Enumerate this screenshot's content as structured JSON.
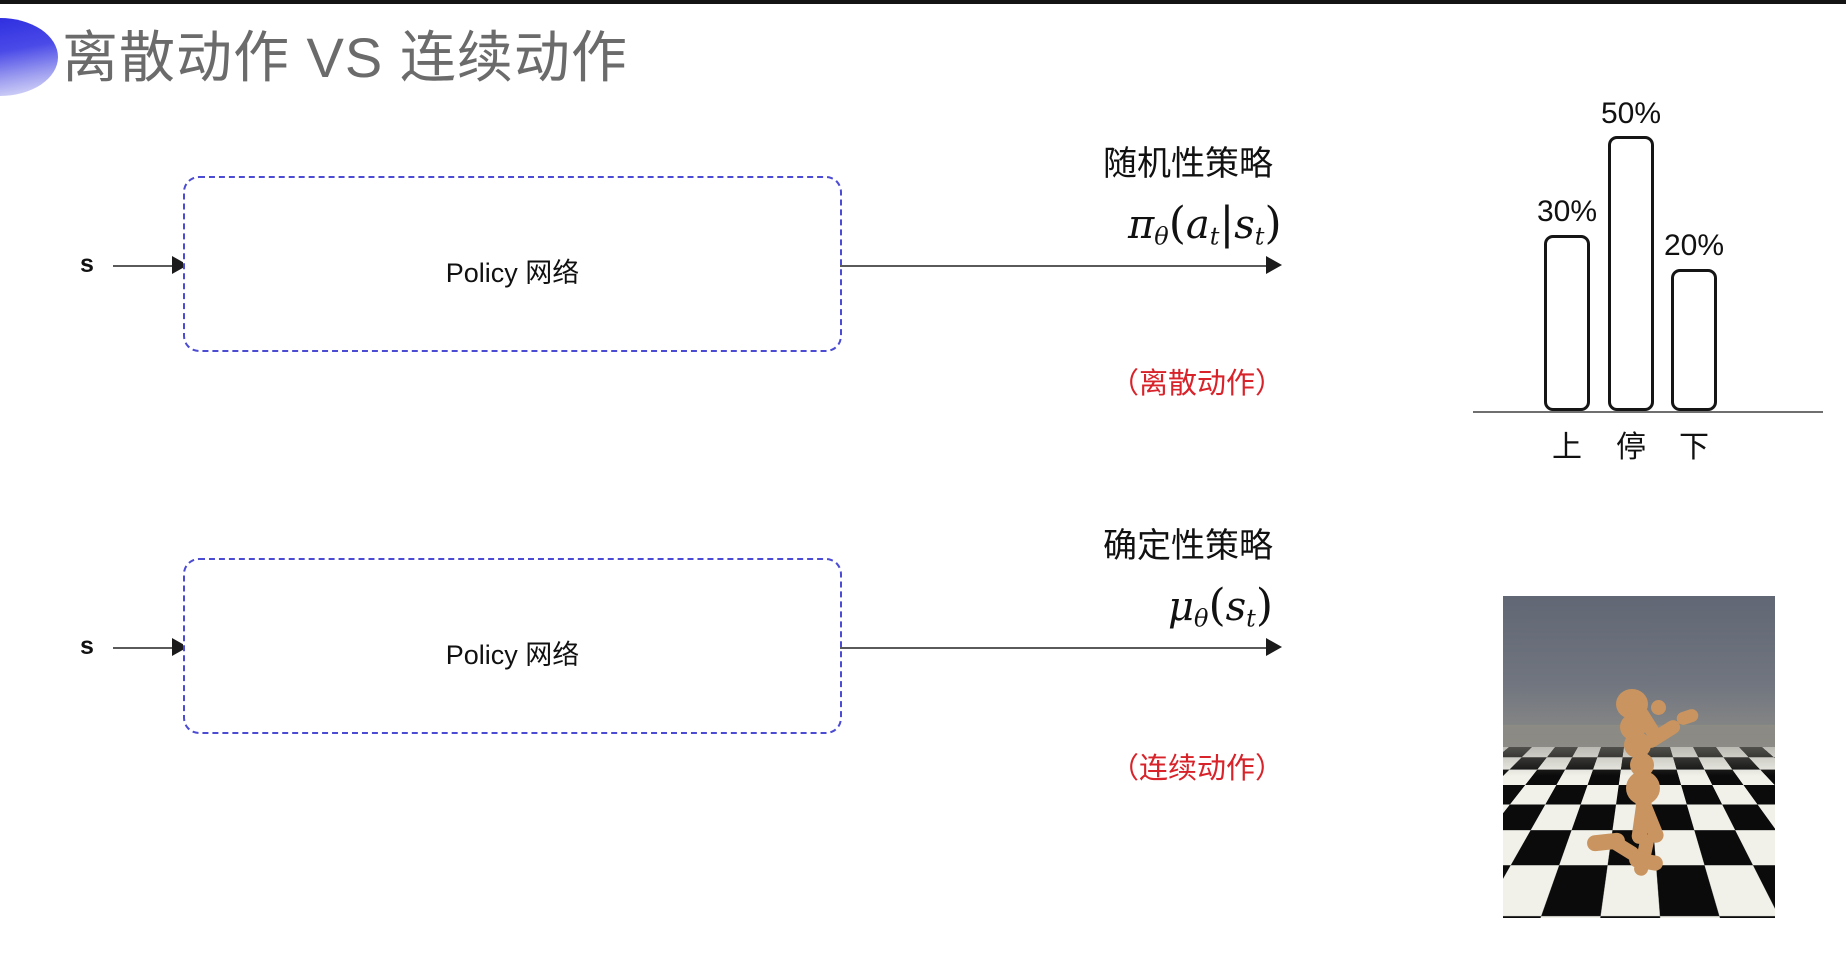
{
  "slide": {
    "title": "离散动作 VS 连续动作",
    "bullet_icon": "half-circle-gradient-bullet",
    "accent_color": "#3a3ae2",
    "title_color": "#6b6b6b",
    "background": "#ffffff"
  },
  "rows": [
    {
      "id": "discrete",
      "state_label": "s",
      "box_label": "Policy 网络",
      "annotation_title": "随机性策略",
      "annotation_formula": "π_θ(a_t|s_t)",
      "annotation_note": "（离散动作）",
      "note_color": "#d8232a",
      "output_kind": "bar-chart"
    },
    {
      "id": "continuous",
      "state_label": "s",
      "box_label": "Policy 网络",
      "annotation_title": "确定性策略",
      "annotation_formula": "μ_θ(s_t)",
      "annotation_note": "（连续动作）",
      "note_color": "#d8232a",
      "output_kind": "humanoid-sim-image"
    }
  ],
  "formula_parts": {
    "pi": "π",
    "mu": "μ",
    "theta": "θ",
    "open": "(",
    "close": ")",
    "bar": "|",
    "a": "a",
    "s": "s",
    "t1": "t",
    "t2": "t",
    "t3": "t"
  },
  "chart_data": {
    "type": "bar",
    "title": "",
    "categories": [
      "上",
      "停",
      "下"
    ],
    "values": [
      30,
      50,
      20
    ],
    "value_labels": [
      "30%",
      "50%",
      "20%"
    ],
    "ylabel": "",
    "xlabel": "",
    "ylim": [
      0,
      55
    ],
    "grid": false,
    "legend": "none",
    "bar_fill": "#ffffff",
    "bar_stroke": "#151515",
    "axis_color": "#6f6f6f"
  },
  "sim_image": {
    "name": "mujoco-humanoid-running",
    "sky_color": "#70757f",
    "floor_colors": [
      "#f1f1ea",
      "#0b0b0b"
    ],
    "body_color": "#c9945f"
  }
}
